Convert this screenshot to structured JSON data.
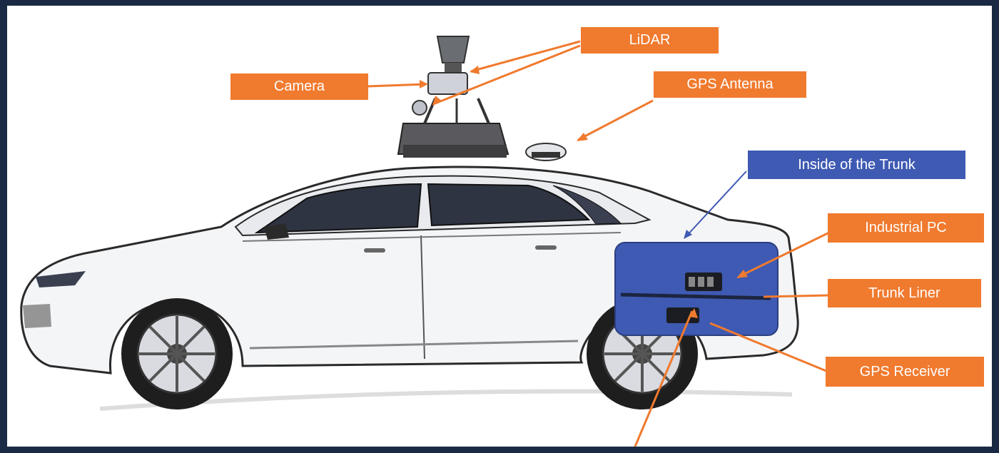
{
  "colors": {
    "callout_orange": "#f07a2e",
    "trunk_blue": "#3f5ab3",
    "background": "#ffffff",
    "frame": "#1a2a44"
  },
  "labels": {
    "lidar": "LiDAR",
    "camera": "Camera",
    "gps_antenna": "GPS Antenna",
    "inside_trunk": "Inside of the Trunk",
    "industrial_pc": "Industrial PC",
    "trunk_liner": "Trunk Liner",
    "gps_receiver": "GPS Receiver"
  },
  "icons": [
    "car-illustration",
    "lidar-sensor-icon",
    "camera-icon",
    "gps-antenna-dome-icon",
    "industrial-pc-icon",
    "gps-receiver-icon"
  ]
}
